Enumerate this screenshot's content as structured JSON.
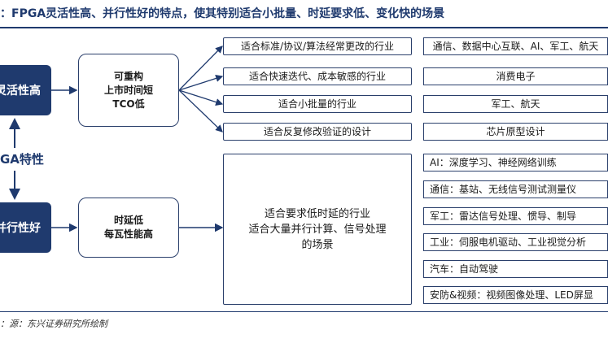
{
  "title": "：FPGA灵活性高、并行性好的特点，使其特别适合小批量、时延要求低、变化快的场景",
  "source": "：源：东兴证券研究所绘制",
  "center_label": "GA特性",
  "branches": {
    "flex": {
      "label": "灵活性高",
      "summary": [
        "可重构",
        "上市时间短",
        "TCO低"
      ],
      "features": [
        "适合标准/协议/算法经常更改的行业",
        "适合快速迭代、成本敏感的行业",
        "适合小批量的行业",
        "适合反复修改验证的设计"
      ],
      "apps": [
        "通信、数据中心互联、AI、军工、航天",
        "消费电子",
        "军工、航天",
        "芯片原型设计"
      ]
    },
    "parallel": {
      "label": "并行性好",
      "summary": [
        "时延低",
        "每瓦性能高"
      ],
      "feature_lines": [
        "适合要求低时延的行业",
        "适合大量并行计算、信号处理",
        "的场景"
      ],
      "apps": [
        "AI：深度学习、神经网络训练",
        "通信：基站、无线信号测试测量仪",
        "军工：雷达信号处理、惯导、制导",
        "工业：伺服电机驱动、工业视觉分析",
        "汽车：自动驾驶",
        "安防&视频：视频图像处理、LED屏显"
      ]
    }
  },
  "colors": {
    "primary": "#1f3a6e",
    "border": "#2a3f6b"
  }
}
